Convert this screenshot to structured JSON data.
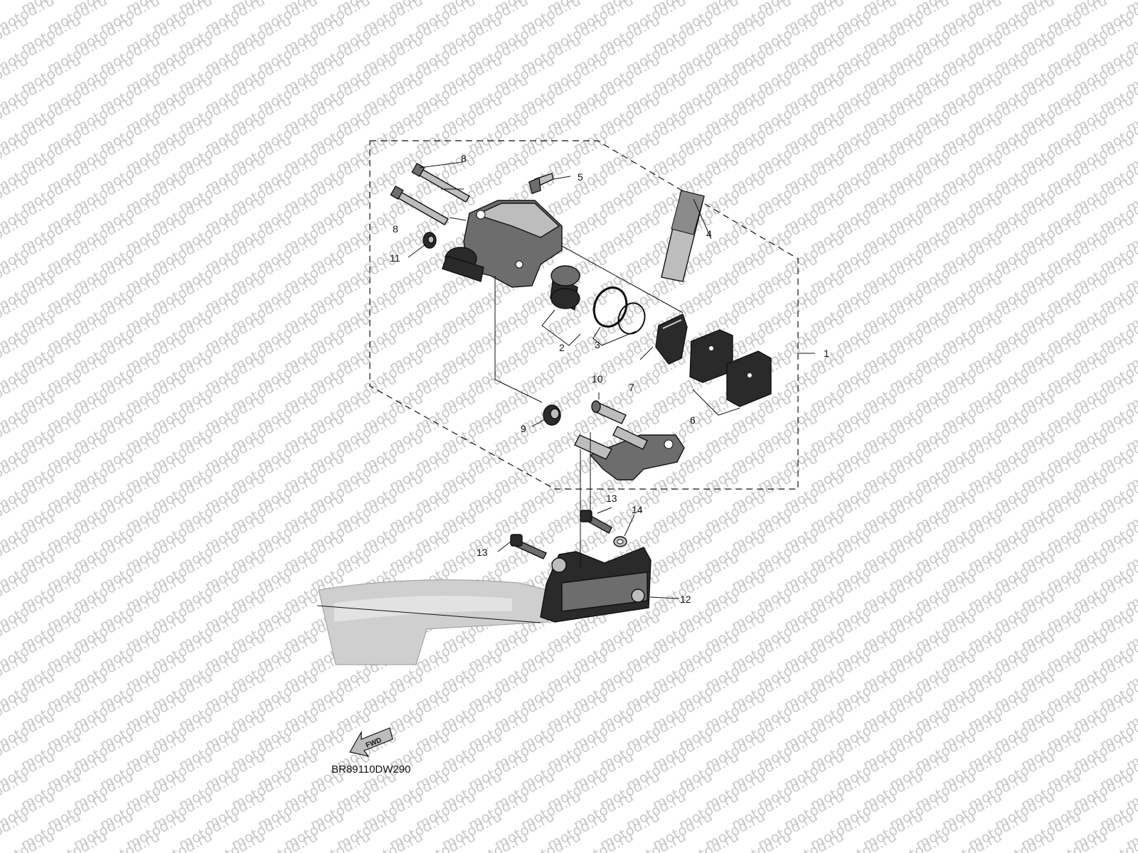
{
  "watermark": {
    "text": "motod.ru"
  },
  "diagram_code": "BR89110DW290",
  "fwd_label": "FWD",
  "callouts": {
    "c1": "1",
    "c2": "2",
    "c3": "3",
    "c4": "4",
    "c5": "5",
    "c6": "6",
    "c7": "7",
    "c8a": "8",
    "c8b": "8",
    "c9": "9",
    "c10": "10",
    "c11": "11",
    "c12": "12",
    "c13a": "13",
    "c13b": "13",
    "c14": "14"
  }
}
